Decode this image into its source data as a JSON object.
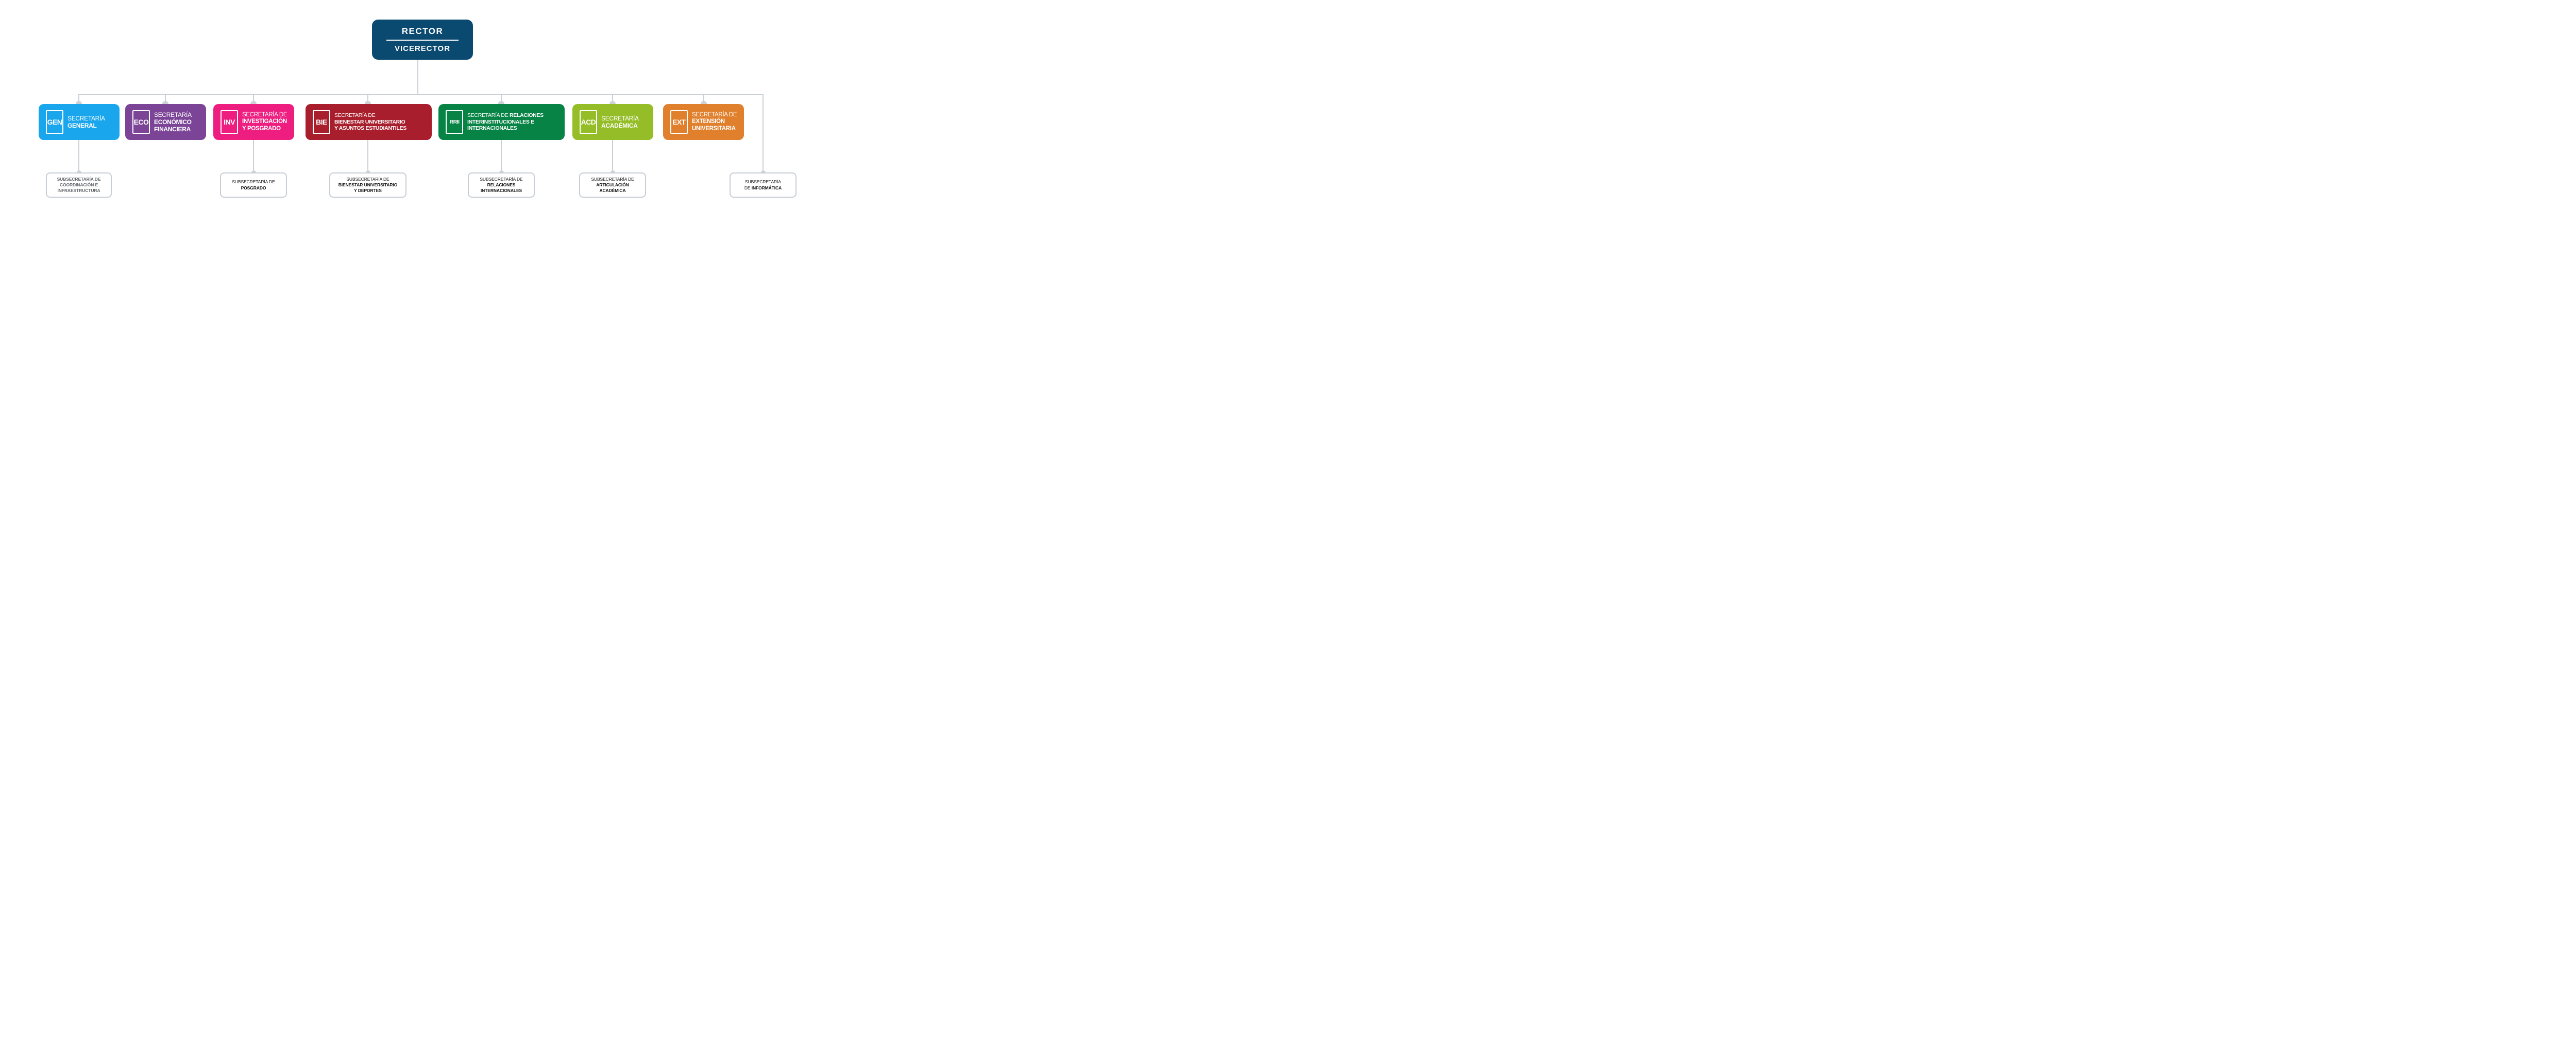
{
  "org": {
    "root": {
      "line1": "RECTOR",
      "line2": "VICERECTOR",
      "color": "#0b4a70"
    },
    "secretariats": [
      {
        "code": "GEN",
        "prefix": "SECRETARÍA",
        "inline_bold": "",
        "bold1": "GENERAL",
        "bold2": "",
        "color": "#1aa6ed"
      },
      {
        "code": "ECO",
        "prefix": "SECRETARÍA",
        "inline_bold": "",
        "bold1": "ECONÓMICO",
        "bold2": "FINANCIERA",
        "color": "#7b4496"
      },
      {
        "code": "INV",
        "prefix": "SECRETARÍA DE",
        "inline_bold": "",
        "bold1": "INVESTIGACIÓN",
        "bold2": "Y POSGRADO",
        "color": "#ee1e80"
      },
      {
        "code": "BIE",
        "prefix": "SECRETARÍA DE",
        "inline_bold": "",
        "bold1": "BIENESTAR UNIVERSITARIO",
        "bold2": "Y ASUNTOS ESTUDIANTILES",
        "color": "#a81e2c"
      },
      {
        "code": "RRII",
        "prefix": "SECRETARÍA DE ",
        "inline_bold": "RELACIONES",
        "bold1": "INTERINSTITUCIONALES E",
        "bold2": "INTERNACIONALES",
        "color": "#078345"
      },
      {
        "code": "ACD",
        "prefix": "SECRETARÍA",
        "inline_bold": "",
        "bold1": "ACADÉMICA",
        "bold2": "",
        "color": "#94bd27"
      },
      {
        "code": "EXT",
        "prefix": "SECRETARÍA DE",
        "inline_bold": "",
        "bold1": "EXTENSIÓN",
        "bold2": "UNIVERSITARIA",
        "color": "#e1802c"
      }
    ],
    "subsecretariats": [
      {
        "line1": "SUBSECRETARÍA DE",
        "line2": "COORDINACIÓN E",
        "line3": "INFRAESTRUCTURA",
        "text_color": "#63666b"
      },
      {
        "line1": "SUBSECRETARÍA DE",
        "line2": "POSGRADO",
        "line3": "",
        "text_color": "#111111"
      },
      {
        "line1": "SUBSECRETARÍA DE",
        "line2": "BIENESTAR UNIVERSITARIO",
        "line3": "Y DEPORTES",
        "text_color": "#111111"
      },
      {
        "line1": "SUBSECRETARÍA DE",
        "line2": "RELACIONES",
        "line3": "INTERNACIONALES",
        "text_color": "#111111"
      },
      {
        "line1": "SUBSECRETARÍA DE",
        "line2": "ARTICULACIÓN",
        "line3": "ACADÉMICA",
        "text_color": "#111111"
      },
      {
        "line1": "SUBSECRETARÍA",
        "line2_prefix": "DE ",
        "line2_bold": "INFORMÁTICA",
        "line3": "",
        "text_color": "#111111"
      }
    ],
    "colors": {
      "connector_line": "#cbd0d5",
      "connector_dot": "#cdd2d7",
      "sub_box_border": "#c7cdd4",
      "background": "#ffffff"
    }
  }
}
